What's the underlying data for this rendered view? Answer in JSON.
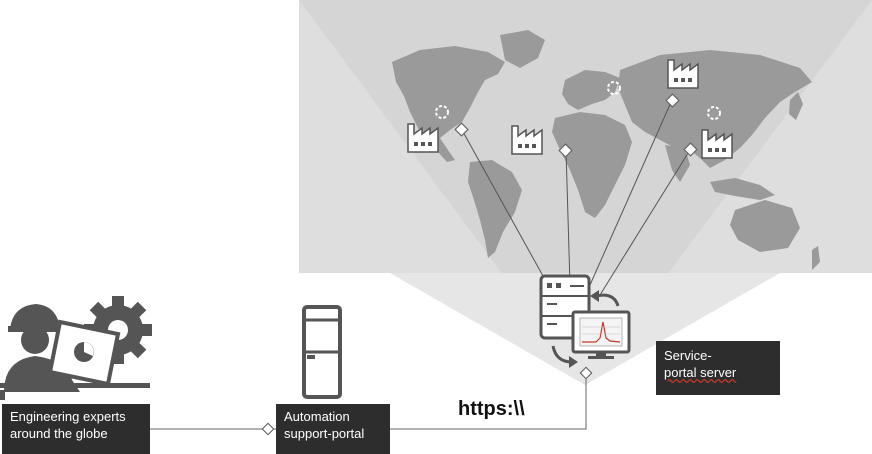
{
  "labels": {
    "engineers_line1": "Engineering experts",
    "engineers_line2": "around the globe",
    "portal_line1": "Automation",
    "portal_line2": "support-portal",
    "server_line1": "Service-",
    "server_line2": "portal server",
    "protocol": "https:\\\\"
  },
  "colors": {
    "map_panel": "#dedede",
    "funnel": "#cfcfcf",
    "land": "#9a9a9a",
    "icon_dark": "#555555",
    "label_bg": "#2d2d2d",
    "chart_red": "#c0392b"
  },
  "icons": {
    "engineer": "engineer-at-laptop-icon",
    "gear": "gear-icon",
    "portal": "server-tower-icon",
    "server": "server-with-monitor-icon",
    "factory": "factory-icon",
    "location": "location-diamond-icon"
  }
}
